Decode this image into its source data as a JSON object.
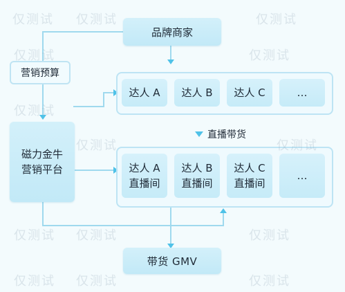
{
  "nodes": {
    "brand": "品牌商家",
    "budget": "营销预算",
    "platform_line1": "磁力金牛",
    "platform_line2": "营销平台",
    "live_label": "直播带货",
    "gmv": "带货 GMV"
  },
  "influencers": [
    {
      "name": "达人 A"
    },
    {
      "name": "达人 B"
    },
    {
      "name": "达人 C"
    },
    {
      "name": "…"
    }
  ],
  "live_rooms": [
    {
      "name": "达人 A",
      "sub": "直播间"
    },
    {
      "name": "达人 B",
      "sub": "直播间"
    },
    {
      "name": "达人 C",
      "sub": "直播间"
    },
    {
      "name": "…",
      "sub": ""
    }
  ],
  "watermark_text": "仅测试",
  "colors": {
    "accent": "#4fc2e8",
    "node_fill": "#c6ebf8",
    "group_border": "#bde4f4",
    "background": "#f3fbfd"
  }
}
